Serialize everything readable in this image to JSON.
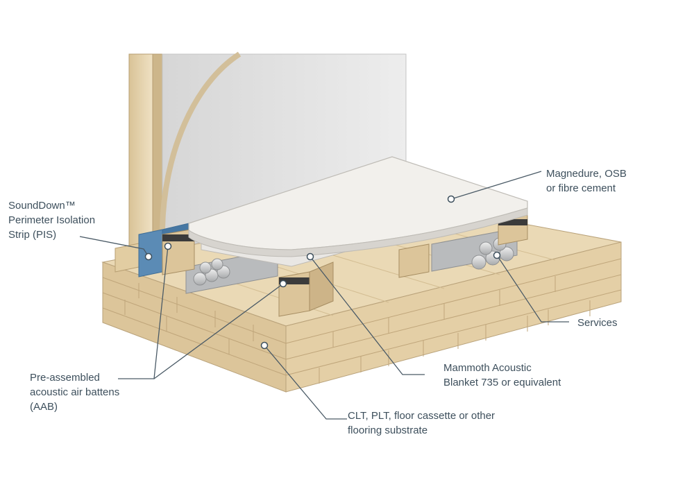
{
  "colors": {
    "label_text": "#3d4f5c",
    "leader_line": "#4a5a66",
    "timber": "#e7d5b0",
    "wall_board": "#e8e8e8",
    "isolation_strip": "#5b8bb5",
    "deck_board": "#f1efeb",
    "services_pipes": "#c9cbcd"
  },
  "labels": {
    "magnedure": [
      "Magnedure, OSB",
      "or fibre cement"
    ],
    "pis": [
      "SoundDown™",
      "Perimeter Isolation",
      "Strip (PIS)"
    ],
    "services": [
      "Services"
    ],
    "blanket": [
      "Mammoth Acoustic",
      "Blanket 735 or equivalent"
    ],
    "aab": [
      "Pre-assembled",
      "acoustic air battens",
      "(AAB)"
    ],
    "substrate": [
      "CLT, PLT, floor cassette or other",
      "flooring substrate"
    ]
  }
}
